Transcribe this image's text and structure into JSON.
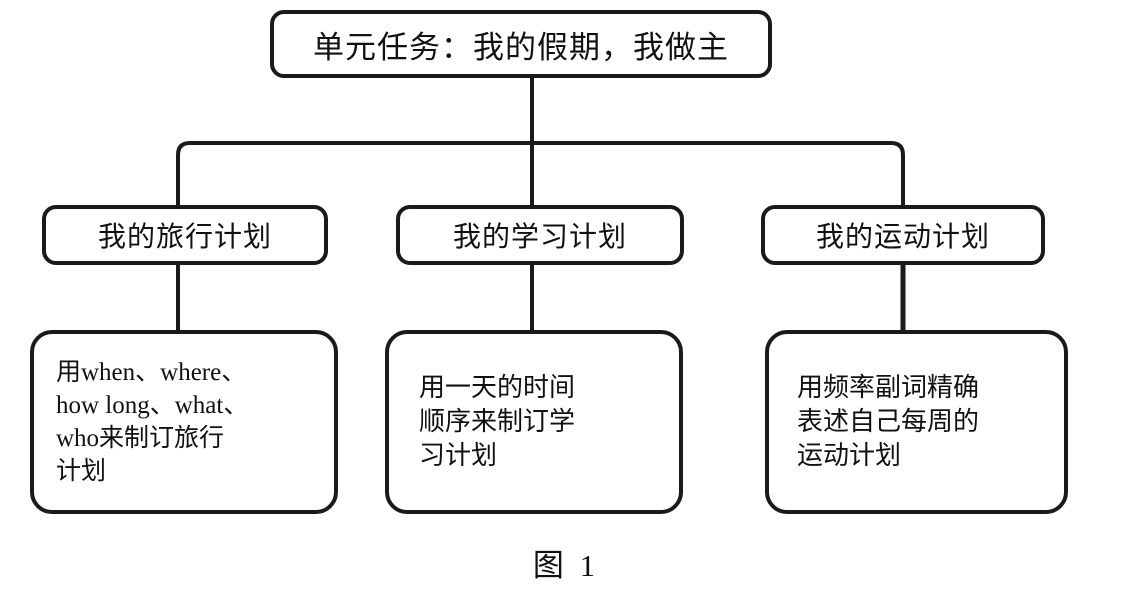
{
  "figure": {
    "caption": "图 1",
    "stroke_color": "#1a1a1a",
    "background_color": "#ffffff"
  },
  "diagram": {
    "type": "tree",
    "root": {
      "label": "单元任务：我的假期，我做主"
    },
    "branches": [
      {
        "label": "我的旅行计划",
        "detail": "用when、where、\nhow long、what、\nwho来制订旅行\n计划"
      },
      {
        "label": "我的学习计划",
        "detail": "用一天的时间\n顺序来制订学\n习计划"
      },
      {
        "label": "我的运动计划",
        "detail": "用频率副词精确\n表述自己每周的\n运动计划"
      }
    ]
  }
}
